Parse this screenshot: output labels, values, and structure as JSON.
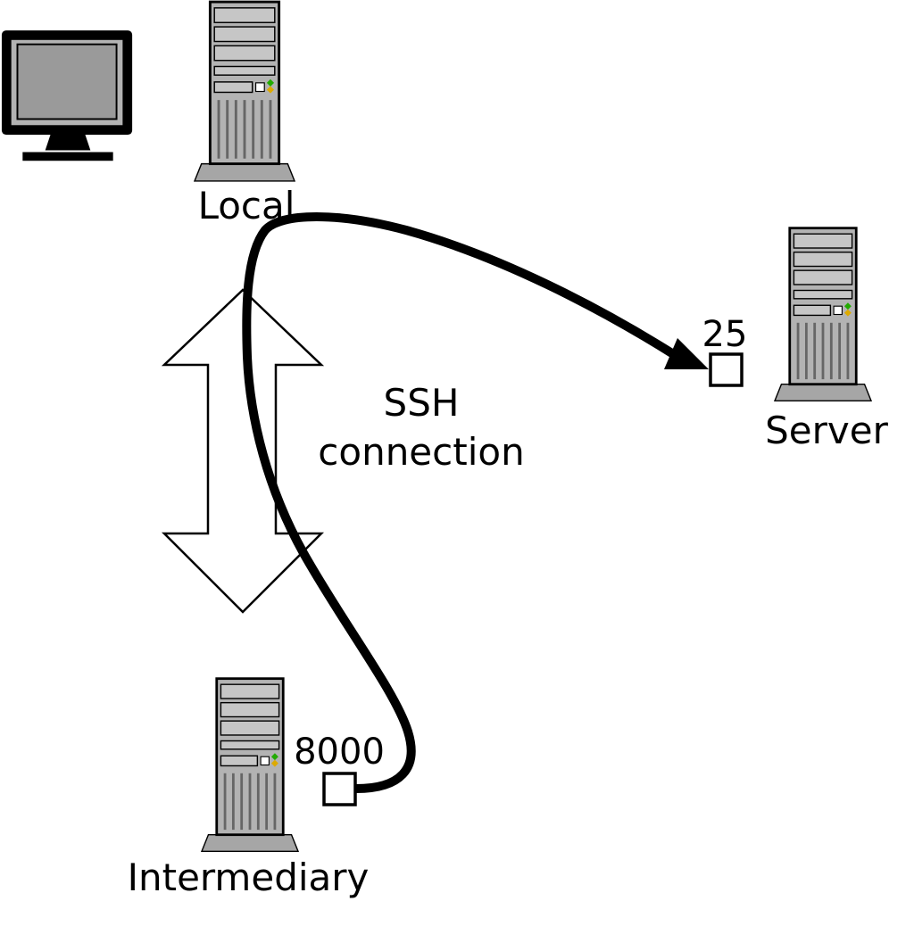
{
  "colors": {
    "background": "#ffffff",
    "tower_body": "#b3b3b3",
    "tower_slot": "#c6c6c6",
    "tower_base": "#a6a6a6",
    "vent_line": "#666666",
    "led_green": "#22aa00",
    "led_amber": "#ddaa00",
    "monitor_screen": "#9a9a9a",
    "outline": "#000000",
    "arrow_fill": "#ffffff",
    "tunnel_line": "#000000",
    "port_box_fill": "#ffffff"
  },
  "nodes": {
    "local": {
      "label": "Local"
    },
    "server": {
      "label": "Server",
      "port_label": "25"
    },
    "intermediary": {
      "label": "Intermediary",
      "port_label": "8000"
    }
  },
  "ssh_arrow": {
    "label_line1": "SSH",
    "label_line2": "connection"
  }
}
